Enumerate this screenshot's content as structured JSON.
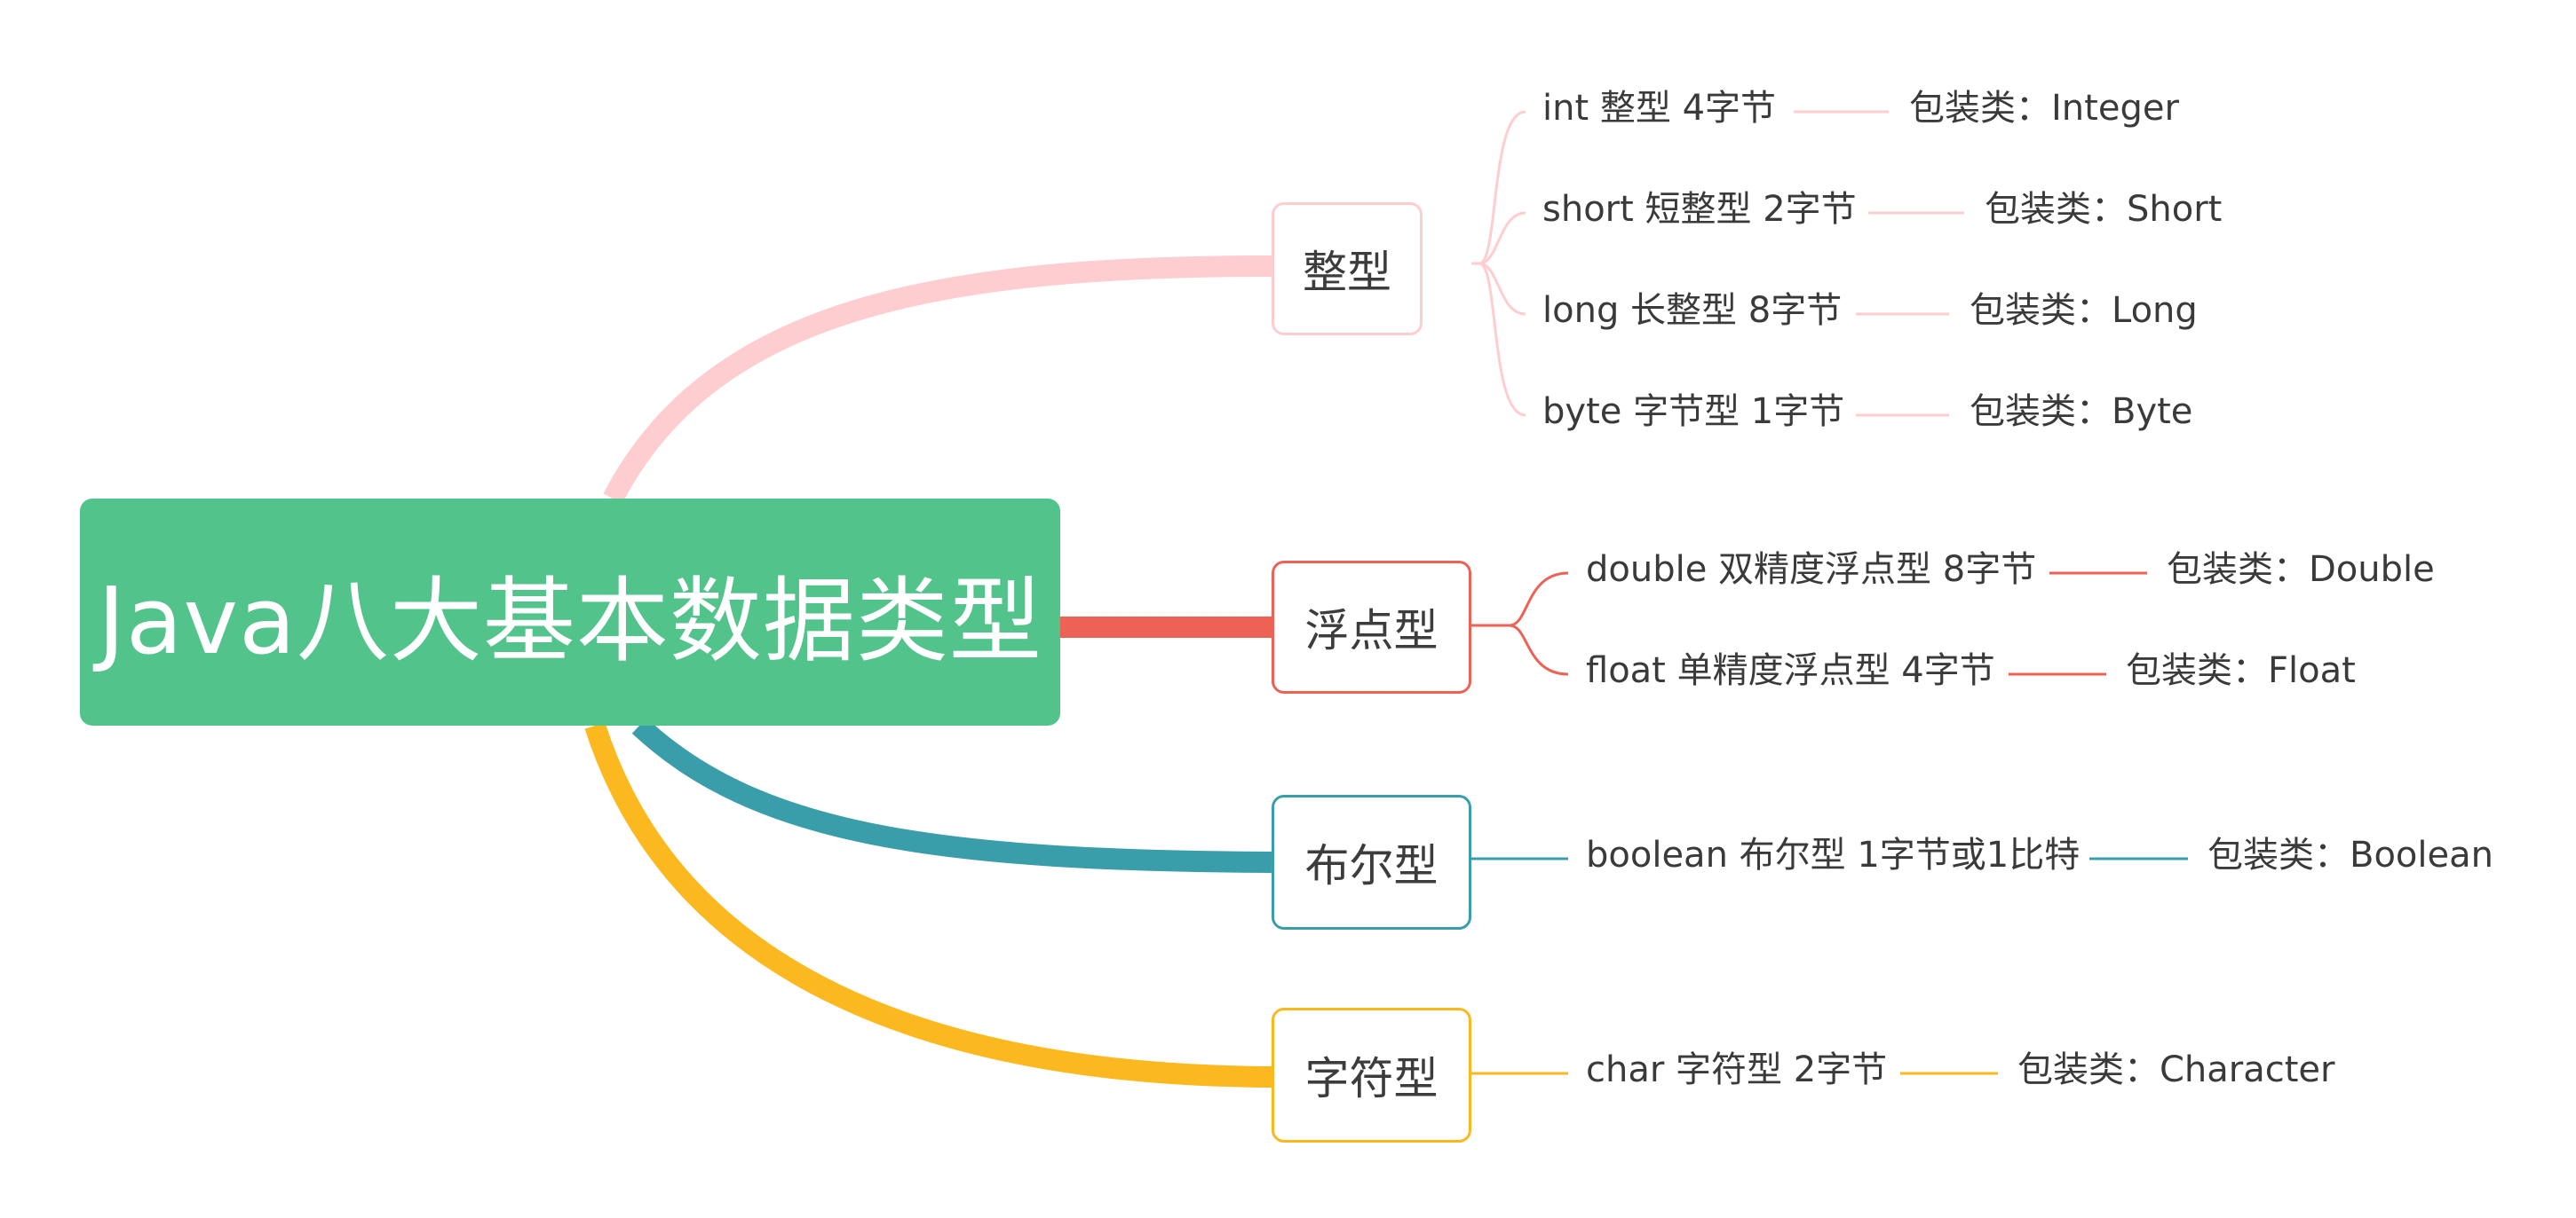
{
  "root": {
    "title": "Java八大基本数据类型"
  },
  "colors": {
    "root": "#52c38b",
    "integer": "#fecdd0",
    "float": "#ee6255",
    "boolean": "#399ea9",
    "char": "#fbb81f"
  },
  "branches": [
    {
      "label": "整型",
      "items": [
        {
          "type": "int 整型 4字节",
          "wrapper": "包装类：Integer"
        },
        {
          "type": "short 短整型 2字节",
          "wrapper": "包装类：Short"
        },
        {
          "type": "long 长整型 8字节",
          "wrapper": "包装类：Long"
        },
        {
          "type": "byte 字节型 1字节",
          "wrapper": "包装类：Byte"
        }
      ]
    },
    {
      "label": "浮点型",
      "items": [
        {
          "type": "double 双精度浮点型 8字节",
          "wrapper": "包装类：Double"
        },
        {
          "type": "float 单精度浮点型 4字节",
          "wrapper": "包装类：Float"
        }
      ]
    },
    {
      "label": "布尔型",
      "items": [
        {
          "type": "boolean 布尔型 1字节或1比特",
          "wrapper": "包装类：Boolean"
        }
      ]
    },
    {
      "label": "字符型",
      "items": [
        {
          "type": "char 字符型 2字节",
          "wrapper": "包装类：Character"
        }
      ]
    }
  ]
}
